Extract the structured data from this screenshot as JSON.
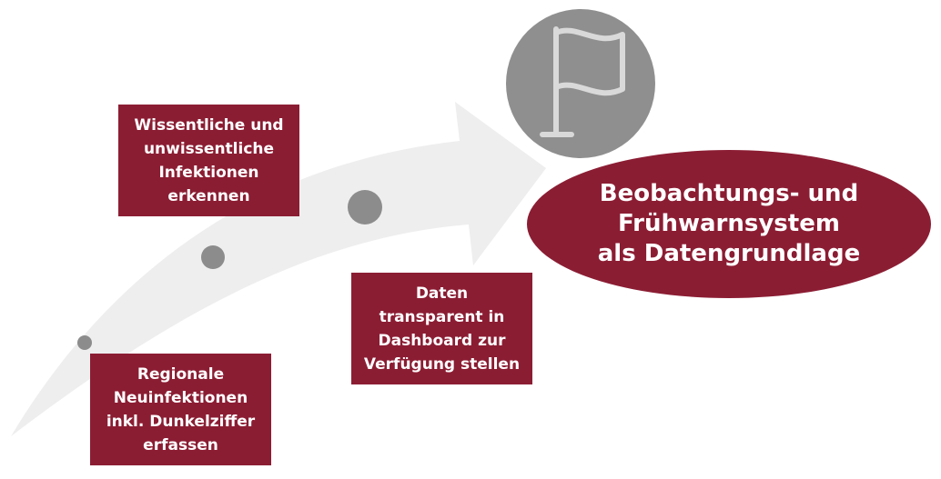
{
  "steps": {
    "regional": {
      "lines": [
        "Regionale",
        "Neuinfektionen",
        "inkl. Dunkelziffer",
        "erfassen"
      ]
    },
    "infections": {
      "lines": [
        "Wissentliche und",
        "unwissentliche",
        "Infektionen",
        "erkennen"
      ]
    },
    "dashboard": {
      "lines": [
        "Daten",
        "transparent in",
        "Dashboard zur",
        "Verfügung stellen"
      ]
    }
  },
  "goal": {
    "lines": [
      "Beobachtungs- und",
      "Frühwarnsystem",
      "als Datengrundlage"
    ]
  },
  "icons": {
    "goal_icon": "flag-icon"
  },
  "colors": {
    "accent": "#8b1d33",
    "arrow": "#eeeeee",
    "dot": "#8c8c8c",
    "flag_circle": "#8f8f8f",
    "flag_stroke": "#d9d9d9"
  }
}
